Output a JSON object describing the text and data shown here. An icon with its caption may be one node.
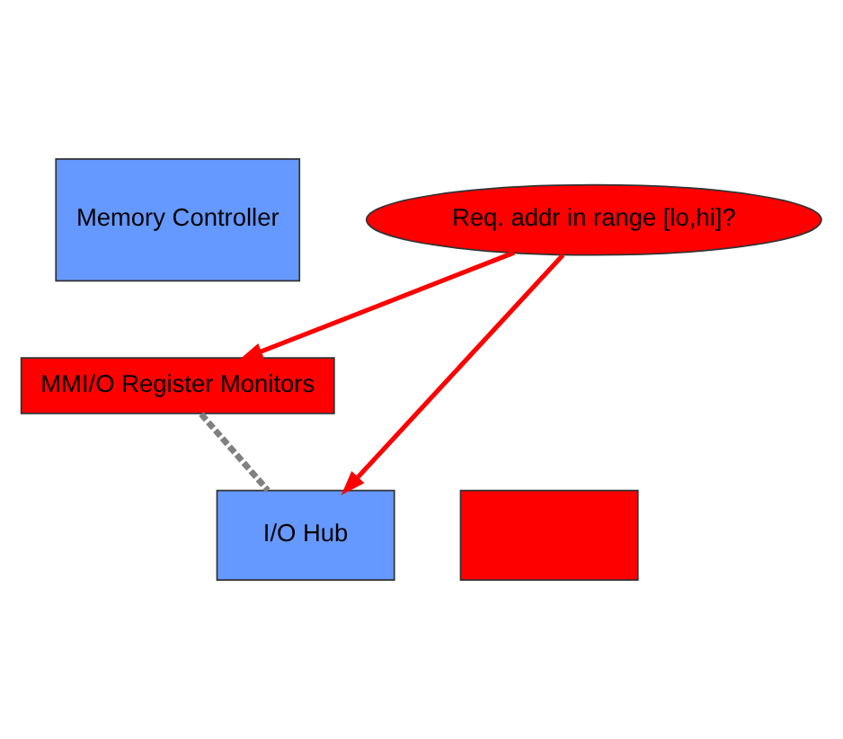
{
  "diagram": {
    "nodes": [
      {
        "text": [
          "Memory Controller"
        ]
      },
      {
        "text": [
          "MMI/O Register Monitors"
        ]
      },
      {
        "text": [
          "I/O Hub"
        ]
      },
      {
        "text": [],
        "shape": "box"
      },
      {
        "text": [
          "Req. addr in range [lo,hi]?"
        ]
      }
    ],
    "edges": [
      {
        "from": 1,
        "to": 2,
        "arrow": "none",
        "style": "dashed",
        "color": "#808080"
      },
      {
        "from": 4,
        "to": 1,
        "arrow": "to"
      },
      {
        "from": 4,
        "to": 2,
        "arrow": "to"
      }
    ]
  }
}
